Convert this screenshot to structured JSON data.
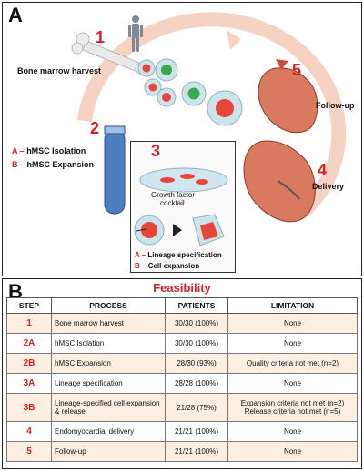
{
  "panel_a": {
    "letter": "A",
    "labels": {
      "bone_marrow_harvest": "Bone marrow harvest",
      "hmsc_isolation_prefix": "A",
      "hmsc_isolation": "hMSC Isolation",
      "hmsc_expansion_prefix": "B",
      "hmsc_expansion": "hMSC Expansion",
      "follow_up": "Follow-up",
      "delivery": "Delivery",
      "growth_factor": "Growth factor",
      "cocktail": "cocktail",
      "lineage_prefix": "A",
      "lineage_specification": "Lineage specification",
      "cell_expansion_prefix": "B",
      "cell_expansion": "Cell expansion"
    },
    "numbers": {
      "n1": "1",
      "n2": "2",
      "n3": "3",
      "n4": "4",
      "n5": "5"
    },
    "colors": {
      "accent_red": "#d62020",
      "arrow": "#f4c9b8",
      "cell_red": "#e8453a",
      "cell_green": "#3aa84f"
    }
  },
  "panel_b": {
    "letter": "B",
    "title": "Feasibility",
    "headers": [
      "STEP",
      "PROCESS",
      "PATIENTS",
      "LIMITATION"
    ],
    "rows": [
      {
        "step": "1",
        "process": "Bone marrow harvest",
        "patients": "30/30 (100%)",
        "limitation_1": "None",
        "limitation_2": ""
      },
      {
        "step": "2A",
        "process": "hMSC Isolation",
        "patients": "30/30 (100%)",
        "limitation_1": "None",
        "limitation_2": ""
      },
      {
        "step": "2B",
        "process": "hMSC Expansion",
        "patients": "28/30 (93%)",
        "limitation_1": "Quality criteria not met (n=2)",
        "limitation_2": ""
      },
      {
        "step": "3A",
        "process": "Lineage specification",
        "patients": "28/28 (100%)",
        "limitation_1": "None",
        "limitation_2": ""
      },
      {
        "step": "3B",
        "process": "Lineage-specified cell expansion & release",
        "patients": "21/28 (75%)",
        "limitation_1": "Expansion criteria not met (n=2)",
        "limitation_2": "Release criteria not met (n=5)"
      },
      {
        "step": "4",
        "process": "Endomyocardial delivery",
        "patients": "21/21 (100%)",
        "limitation_1": "None",
        "limitation_2": ""
      },
      {
        "step": "5",
        "process": "Follow-up",
        "patients": "21/21 (100%)",
        "limitation_1": "None",
        "limitation_2": ""
      }
    ]
  }
}
